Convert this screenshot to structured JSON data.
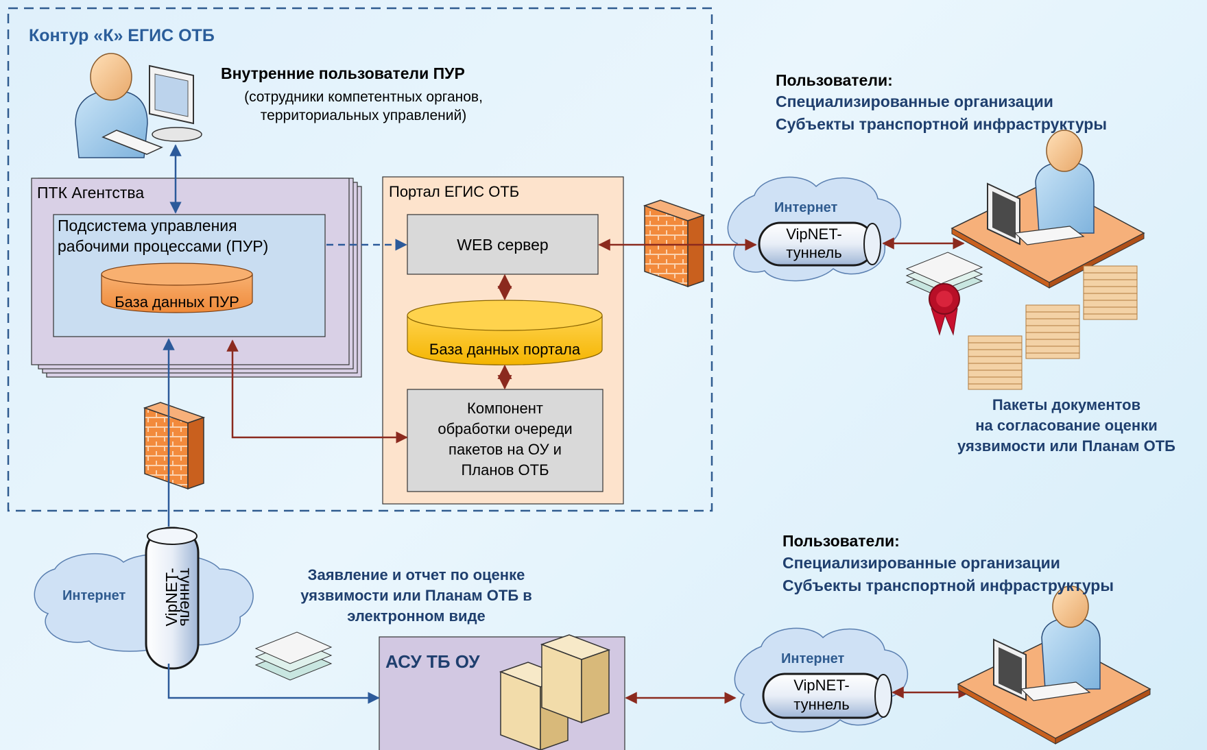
{
  "contour": {
    "title": "Контур «К» ЕГИС ОТБ"
  },
  "internal_users": {
    "title": "Внутренние пользователи ПУР",
    "line1": "(сотрудники компетентных органов,",
    "line2": "территориальных управлений)"
  },
  "ptk": {
    "title": "ПТК Агентства"
  },
  "pur": {
    "line1": "Подсистема управления",
    "line2": "рабочими процессами (ПУР)",
    "db": "База данных ПУР"
  },
  "portal": {
    "title": "Портал ЕГИС ОТБ",
    "web": "WEB сервер",
    "db": "База данных портала",
    "component": [
      "Компонент",
      "обработки очереди",
      "пакетов на ОУ и",
      "Планов ОТБ"
    ]
  },
  "users_top": {
    "label": "Пользователи:",
    "line1": "Специализированные организации",
    "line2": "Субъекты транспортной инфраструктуры"
  },
  "users_bottom": {
    "label": "Пользователи:",
    "line1": "Специализированные организации",
    "line2": "Субъекты транспортной инфраструктуры"
  },
  "internet_top": {
    "label": "Интернет",
    "tunnel1": "VipNET-",
    "tunnel2": "туннель"
  },
  "internet_bottom_right": {
    "label": "Интернет",
    "tunnel1": "VipNET-",
    "tunnel2": "туннель"
  },
  "internet_left": {
    "label": "Интернет",
    "tunnel1": "VipNET-",
    "tunnel2": "туннель"
  },
  "packages": {
    "line1": "Пакеты документов",
    "line2": "на согласование оценки",
    "line3": "уязвимости или Планам ОТБ"
  },
  "statement": {
    "line1": "Заявление и отчет по оценке",
    "line2": "уязвимости или Планам ОТБ в",
    "line3": "электронном виде"
  },
  "asu": {
    "title": "АСУ ТБ ОУ"
  },
  "colors": {
    "navy": "#1f3f6e",
    "arrow_red": "#8b2a1e",
    "arrow_blue": "#2c5a9a",
    "portal_bg": "#fde3cc",
    "ptk_bg": "#d9d0e6",
    "db_orange": "#f59a50",
    "db_yellow": "#ffc000"
  }
}
